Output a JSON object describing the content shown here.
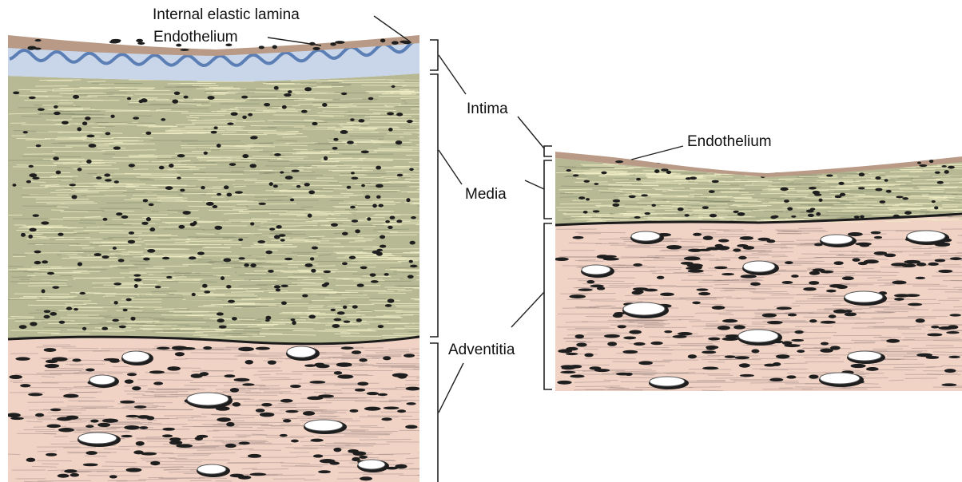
{
  "labels": {
    "internal_elastic_lamina": "Internal elastic lamina",
    "endothelium_left": "Endothelium",
    "intima": "Intima",
    "media": "Media",
    "adventitia": "Adventitia",
    "endothelium_right": "Endothelium"
  },
  "colors": {
    "endothelium": "#b89a86",
    "lamina_band": "#c9d6ea",
    "lamina_wave": "#5b7fb4",
    "media": "#b6b994",
    "media_streak": "#f3f0c8",
    "adventitia": "#f1d3c6",
    "adventitia_streak": "#7a6a66",
    "nucleus": "#1e1e1e",
    "vessel_lumen": "#ffffff",
    "bracket": "#222222"
  },
  "diagram": {
    "left_panel": [
      "Endothelium",
      "Internal elastic lamina",
      "Media",
      "Adventitia"
    ],
    "right_panel": [
      "Endothelium",
      "Media",
      "Adventitia"
    ]
  }
}
